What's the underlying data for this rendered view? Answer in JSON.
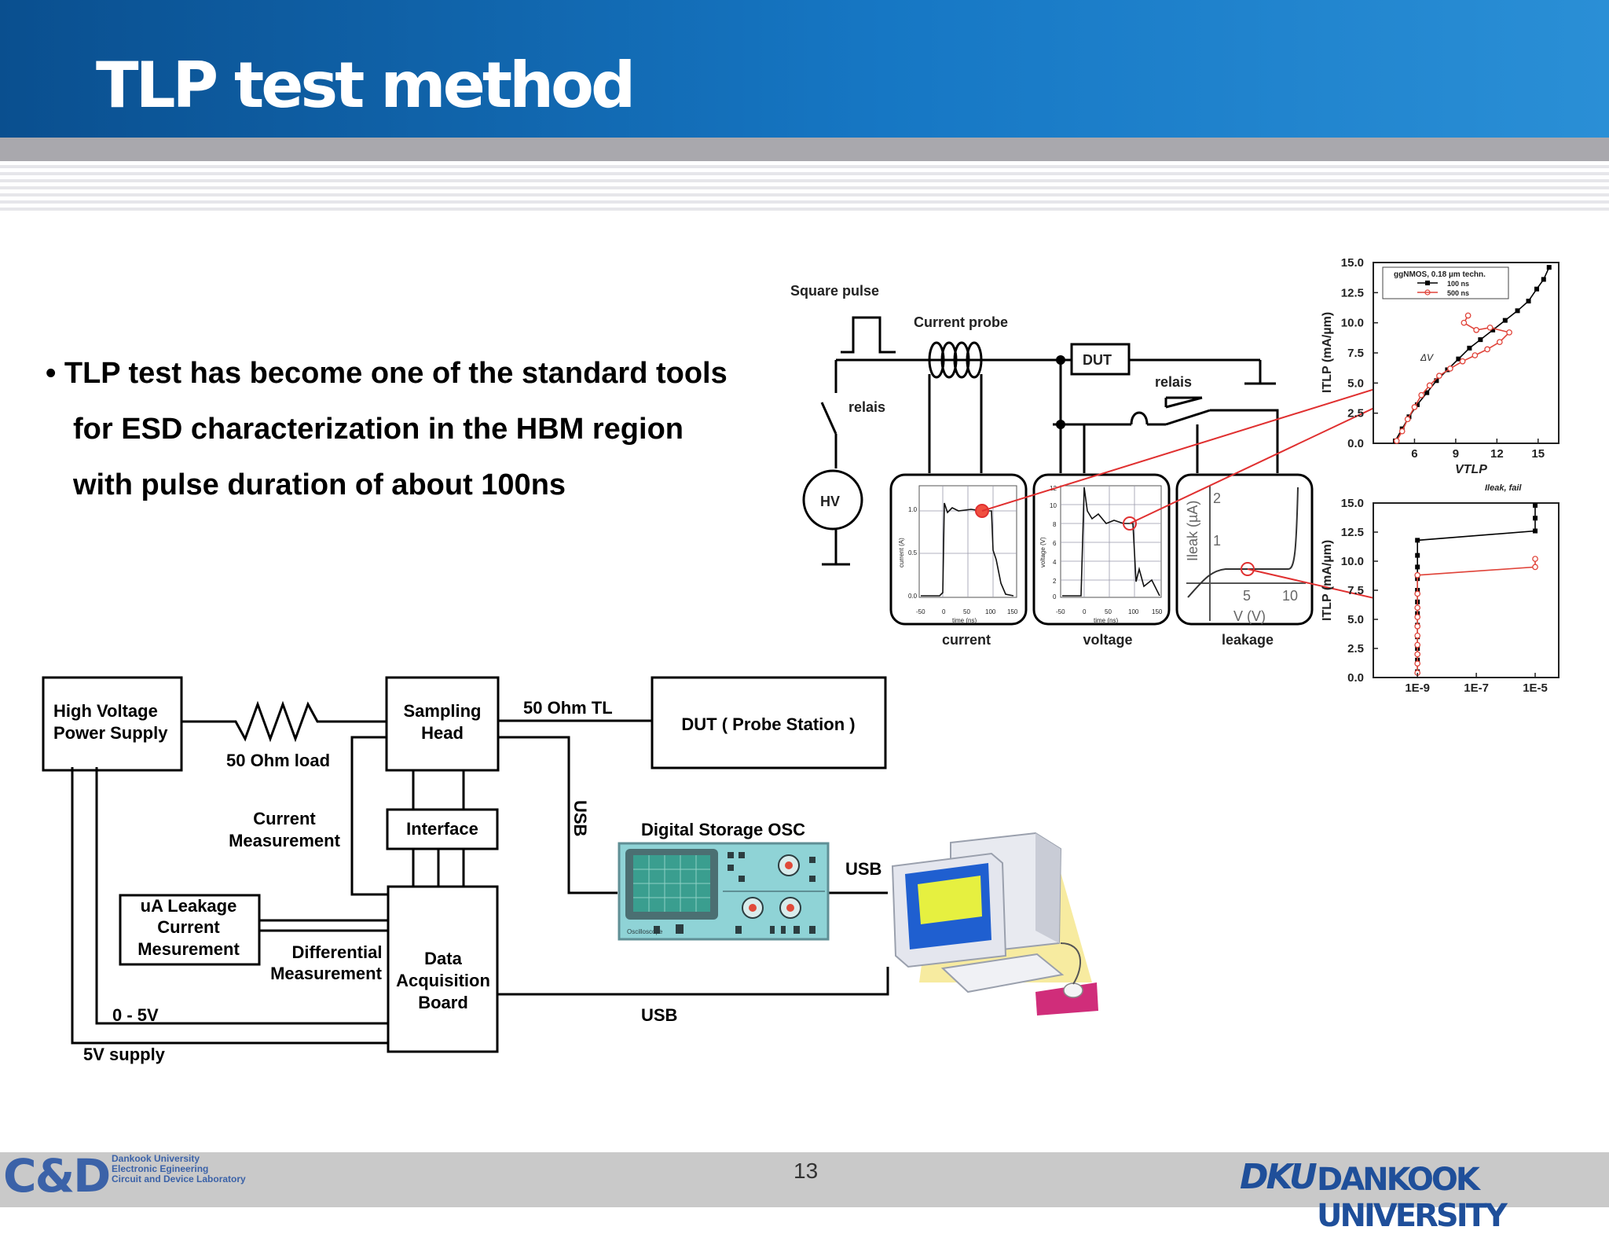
{
  "slide": {
    "title": "TLP test method",
    "page_number": "13",
    "bullet_lines": [
      "• TLP test has become one of the standard tools",
      "for ESD characterization in the HBM region",
      "with pulse duration of about 100ns"
    ]
  },
  "block_diagram": {
    "hv_power_supply": [
      "High Voltage",
      "Power Supply"
    ],
    "load_label": "50 Ohm load",
    "sampling_head": [
      "Sampling",
      "Head"
    ],
    "tl_label": "50 Ohm TL",
    "dut": "DUT ( Probe Station )",
    "interface": "Interface",
    "current_measurement": [
      "Current",
      "Measurement"
    ],
    "leakage": [
      "uA Leakage",
      "Current",
      "Mesurement"
    ],
    "differential": [
      "Differential",
      "Measurement"
    ],
    "daq": [
      "Data",
      "Acquisition",
      "Board"
    ],
    "v05": "0 - 5V",
    "supply5v": "5V supply",
    "usb_vertical": "USB",
    "usb_osc": "USB",
    "usb_bottom": "USB",
    "osc_label": "Digital Storage OSC",
    "osc_brand": "Oscilloscope"
  },
  "circuit": {
    "square_pulse": "Square pulse",
    "current_probe": "Current probe",
    "dut": "DUT",
    "relais_left": "relais",
    "relais_right": "relais",
    "hv": "HV",
    "panel_labels": [
      "current",
      "voltage",
      "leakage"
    ],
    "current_panel": {
      "yticks": [
        "1.0",
        "0.5",
        "0.0"
      ],
      "xticks": [
        "-50",
        "0",
        "50",
        "100",
        "150"
      ],
      "ylabel": "current (A)",
      "xlabel": "time (ns)"
    },
    "voltage_panel": {
      "yticks": [
        "12",
        "10",
        "8",
        "6",
        "4",
        "2",
        "0"
      ],
      "xticks": [
        "-50",
        "0",
        "50",
        "100",
        "150"
      ],
      "ylabel": "voltage (V)",
      "xlabel": "time (ns)"
    },
    "leakage_panel": {
      "ylabel": "Ileak (µA)",
      "xlabel": "V (V)",
      "xticks": [
        "5",
        "10"
      ],
      "yticks": [
        "2",
        "1"
      ]
    }
  },
  "chart_data": [
    {
      "type": "line",
      "title": "ggNMOS, 0.18 µm techn.",
      "xlabel": "VTLP",
      "ylabel": "ITLP (mA/µm)",
      "xlim": [
        3,
        16.5
      ],
      "ylim": [
        0,
        15.0
      ],
      "xticks": [
        "6",
        "9",
        "12",
        "15"
      ],
      "yticks": [
        "15.0",
        "12.5",
        "10.0",
        "7.5",
        "5.0",
        "2.5",
        "0.0"
      ],
      "annotation": "ΔV",
      "series": [
        {
          "name": "100 ns",
          "color": "#000000",
          "marker": "square",
          "x": [
            4.6,
            5.1,
            5.6,
            6.2,
            6.9,
            7.6,
            8.4,
            9.2,
            10.0,
            10.8,
            11.7,
            12.6,
            13.5,
            14.3,
            14.9,
            15.4,
            15.8
          ],
          "y": [
            0.2,
            1.2,
            2.2,
            3.2,
            4.2,
            5.2,
            6.1,
            7.0,
            7.9,
            8.6,
            9.4,
            10.2,
            11.0,
            11.8,
            12.8,
            13.6,
            14.6
          ]
        },
        {
          "name": "500 ns",
          "color": "#e0443a",
          "marker": "circle",
          "x": [
            4.7,
            5.1,
            5.5,
            6.0,
            6.5,
            7.1,
            7.8,
            8.6,
            9.5,
            10.4,
            11.3,
            12.2,
            12.9,
            11.5,
            10.5,
            9.6,
            9.9
          ],
          "y": [
            0.2,
            1.0,
            2.0,
            3.0,
            4.0,
            4.8,
            5.6,
            6.2,
            6.8,
            7.3,
            7.8,
            8.4,
            9.2,
            9.6,
            9.4,
            10.0,
            10.6
          ]
        }
      ]
    },
    {
      "type": "line",
      "xlabel": "Ileak, fail",
      "ylabel": "ITLP (mA/µm)",
      "x_scale": "log",
      "xticks": [
        "1E-9",
        "1E-7",
        "1E-5"
      ],
      "yticks": [
        "15.0",
        "12.5",
        "10.0",
        "7.5",
        "5.0",
        "2.5",
        "0.0"
      ],
      "ylim": [
        0,
        15.0
      ],
      "series": [
        {
          "name": "100 ns",
          "color": "#000000",
          "marker": "square",
          "x_exp": [
            -9.0,
            -9.0,
            -9.0,
            -9.0,
            -9.0,
            -9.0,
            -9.0,
            -9.0,
            -9.0,
            -9.0,
            -9.0,
            -9.0,
            -5.0,
            -5.0,
            -5.0
          ],
          "y": [
            0.5,
            1.5,
            2.5,
            3.5,
            4.5,
            5.5,
            6.5,
            7.5,
            8.5,
            9.5,
            10.5,
            11.8,
            12.6,
            13.7,
            14.8
          ]
        },
        {
          "name": "500 ns",
          "color": "#e0443a",
          "marker": "circle",
          "x_exp": [
            -9.0,
            -9.0,
            -9.0,
            -9.0,
            -9.0,
            -9.0,
            -9.0,
            -9.0,
            -9.0,
            -9.0,
            -5.0,
            -5.0
          ],
          "y": [
            0.4,
            1.2,
            2.0,
            2.8,
            3.6,
            4.4,
            5.2,
            6.0,
            7.2,
            8.8,
            9.5,
            10.2
          ]
        }
      ]
    }
  ]
}
